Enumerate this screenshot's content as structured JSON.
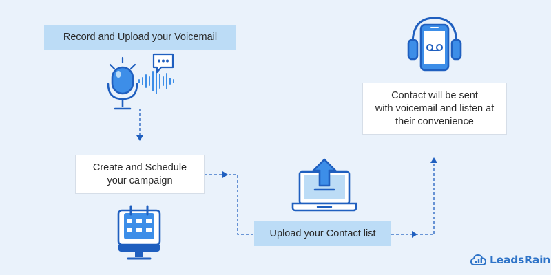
{
  "steps": {
    "record": {
      "label": "Record and Upload your Voicemail"
    },
    "schedule": {
      "line1": "Create and Schedule",
      "line2": "your campaign"
    },
    "upload": {
      "label": "Upload your Contact list"
    },
    "contact": {
      "line1": "Contact will be sent",
      "line2": "with voicemail and listen at",
      "line3": "their convenience"
    }
  },
  "brand": {
    "name": "LeadsRain"
  },
  "colors": {
    "background": "#eaf2fb",
    "accent_blue": "#1f5fbf",
    "light_blue": "#bcdcf6",
    "icon_fill": "#3d8ee8",
    "connector": "#1f5fbf"
  },
  "icons": {
    "record": "microphone-icon",
    "voicemail": "chat-bubble-icon",
    "schedule": "calendar-monitor-icon",
    "upload": "laptop-upload-icon",
    "contact": "headphones-phone-icon",
    "brand": "cloud-chart-icon"
  }
}
